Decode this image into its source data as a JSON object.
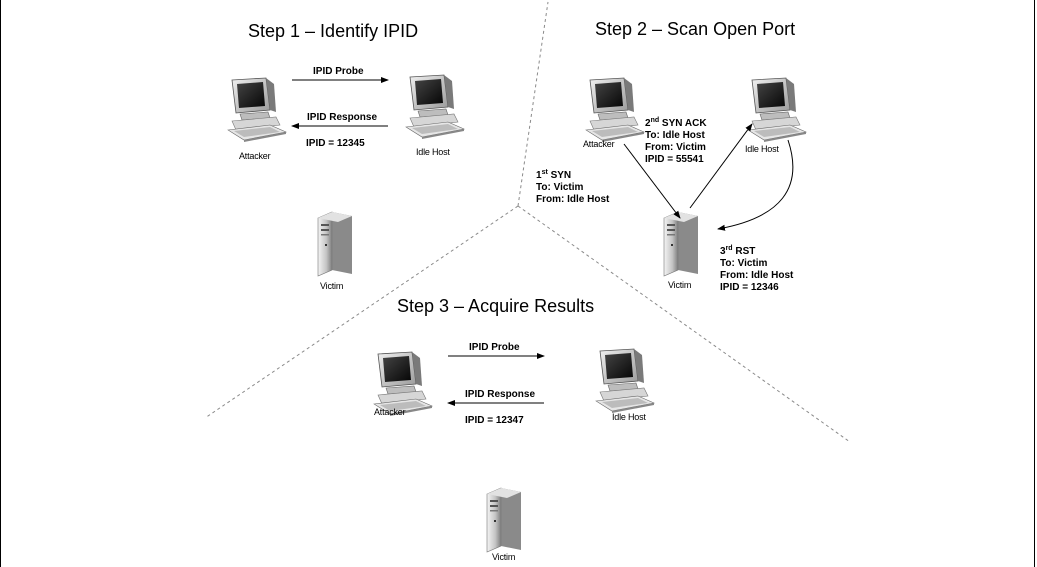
{
  "steps": {
    "s1": {
      "title": "Step 1 – Identify IPID",
      "probe": "IPID Probe",
      "response": "IPID Response",
      "ipid": "IPID = 12345",
      "attacker": "Attacker",
      "idle_host": "Idle Host",
      "victim": "Victim"
    },
    "s2": {
      "title": "Step 2 – Scan Open Port",
      "attacker": "Attacker",
      "idle_host": "Idle Host",
      "victim": "Victim",
      "syn": {
        "num": "1",
        "ord": "st",
        "name": "SYN",
        "to": "To: Victim",
        "from": "From: Idle Host"
      },
      "synack": {
        "num": "2",
        "ord": "nd",
        "name": "SYN ACK",
        "to": "To: Idle Host",
        "from": "From: Victim",
        "ipid": "IPID = 55541"
      },
      "rst": {
        "num": "3",
        "ord": "rd",
        "name": "RST",
        "to": "To: Victim",
        "from": "From: Idle Host",
        "ipid": "IPID = 12346"
      }
    },
    "s3": {
      "title": "Step 3 – Acquire Results",
      "probe": "IPID Probe",
      "response": "IPID Response",
      "ipid": "IPID = 12347",
      "attacker": "Attacker",
      "idle_host": "Idle Host",
      "victim": "Victim"
    }
  },
  "icons": [
    "workstation-icon",
    "server-tower-icon",
    "arrow-right-icon",
    "arrow-left-icon",
    "curved-arrow-icon"
  ]
}
